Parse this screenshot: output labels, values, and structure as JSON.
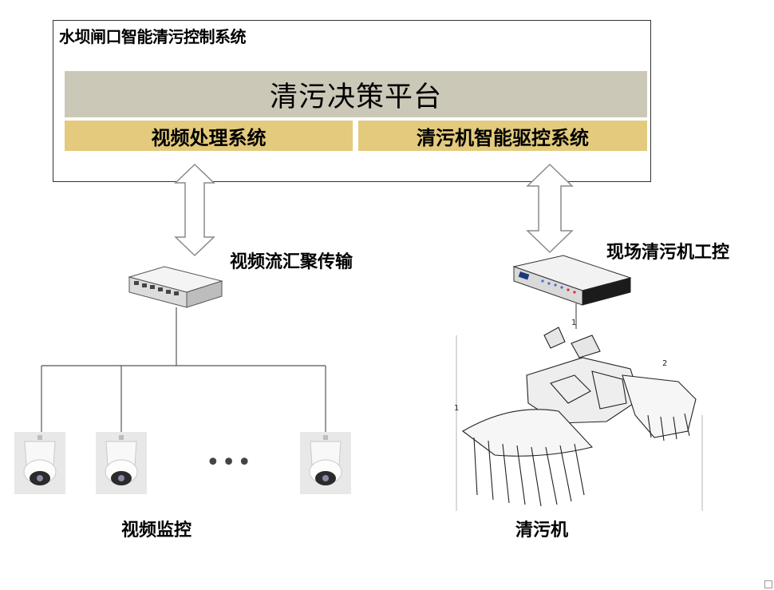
{
  "system": {
    "title": "水坝闸口智能清污控制系统",
    "decision_platform": "清污决策平台",
    "video_processing": "视频处理系统",
    "cleaner_drive_control": "清污机智能驱控系统"
  },
  "labels": {
    "video_stream_aggregation": "视频流汇聚传输",
    "field_cleaner_control": "现场清污机工控",
    "video_monitoring": "视频监控",
    "cleaner_machine": "清污机"
  },
  "ellipsis": "•••",
  "drawing_numbers": [
    "1",
    "1",
    "2"
  ],
  "colors": {
    "decision_bar": "#cbc8b8",
    "subsystem_bar": "#e3ca7c"
  }
}
